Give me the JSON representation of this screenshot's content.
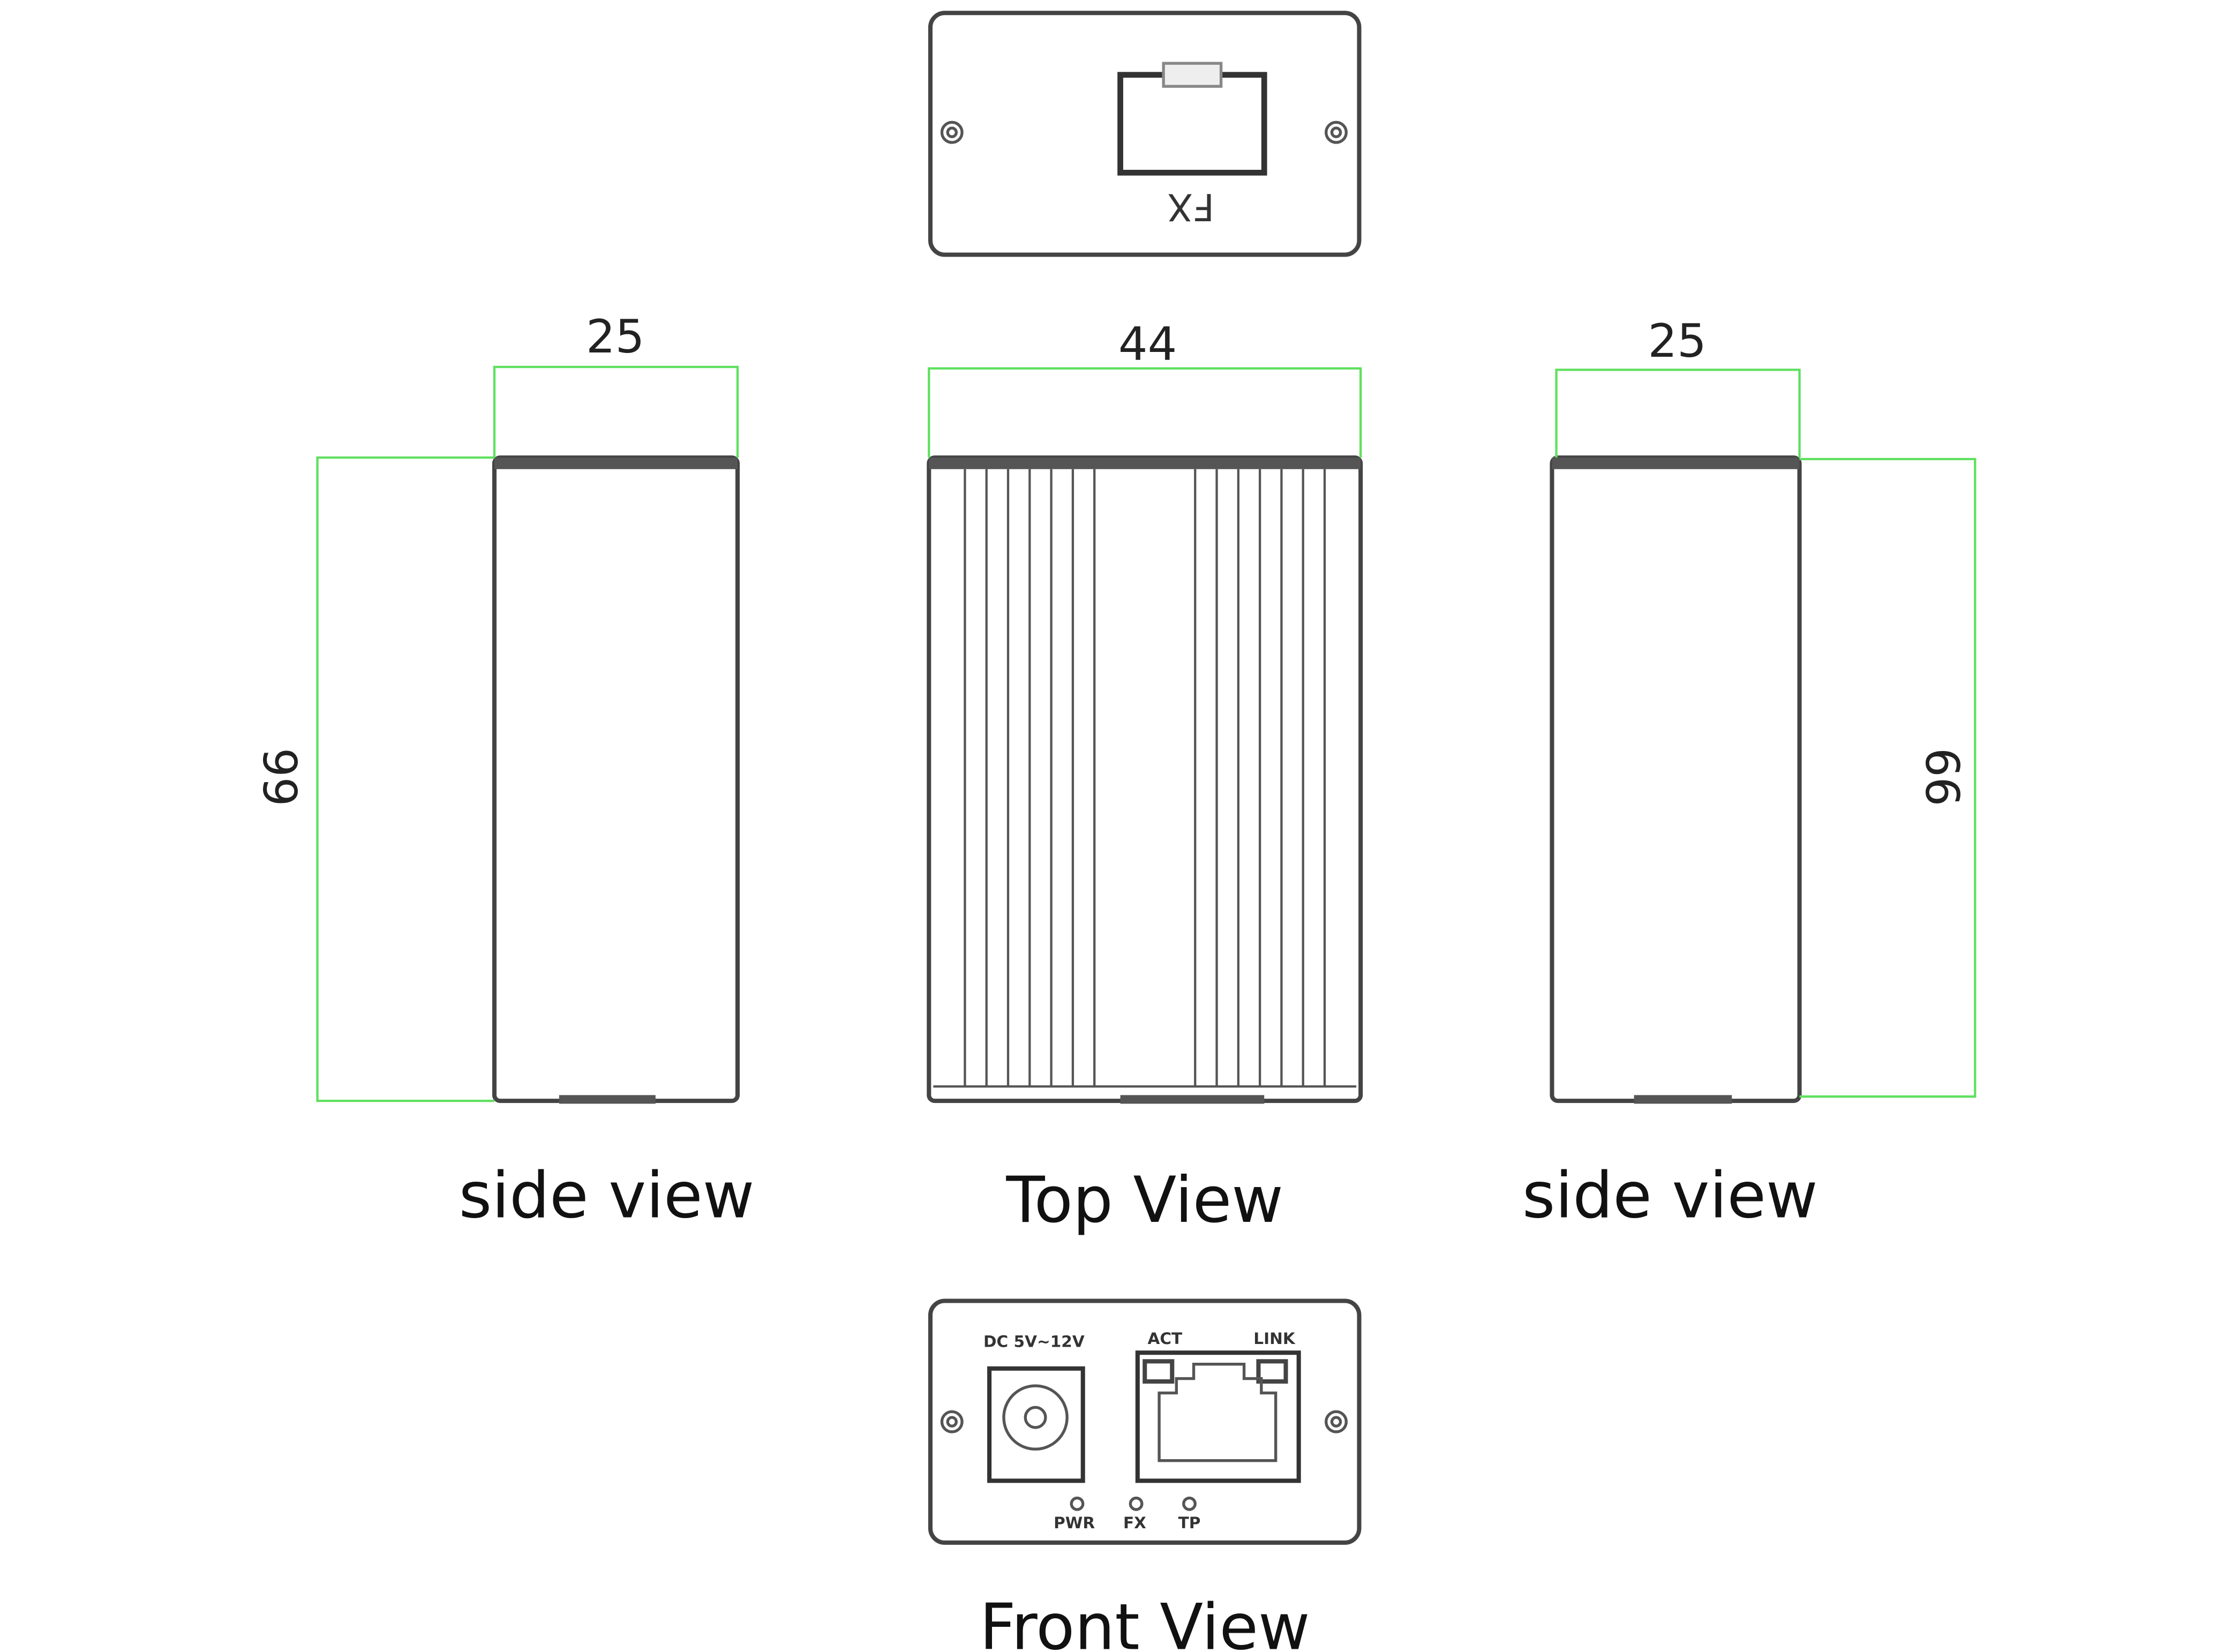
{
  "colors": {
    "dimension_line": "#5fe05f",
    "outline": "#444444",
    "background": "#ffffff"
  },
  "back_panel": {
    "port_label": "FX"
  },
  "left_side": {
    "width_dim": "25",
    "height_dim": "66",
    "caption": "side view"
  },
  "top": {
    "width_dim": "44",
    "caption": "Top View"
  },
  "right_side": {
    "width_dim": "25",
    "height_dim": "66",
    "caption": "side view"
  },
  "front": {
    "caption": "Front View",
    "power_label": "DC 5V~12V",
    "act_label": "ACT",
    "link_label": "LINK",
    "leds": [
      "PWR",
      "FX",
      "TP"
    ]
  }
}
